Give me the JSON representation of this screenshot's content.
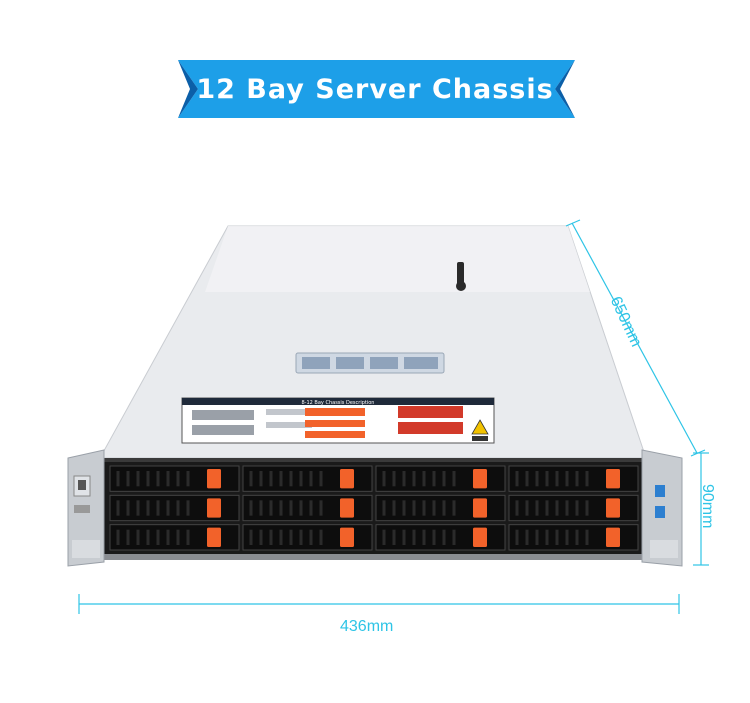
{
  "banner": {
    "title": "12 Bay Server Chassis"
  },
  "dimensions": {
    "width": "436mm",
    "depth": "650mm",
    "height": "90mm"
  },
  "chassis": {
    "label_title": "8-12 Bay Chassis Description",
    "bays": 12,
    "columns": 4,
    "rows": 3
  },
  "colors": {
    "banner_blue": "#1d9fe8",
    "banner_dark": "#0b5fa8",
    "accent_orange": "#f2622a",
    "dimension_line": "#2ec4e6"
  }
}
